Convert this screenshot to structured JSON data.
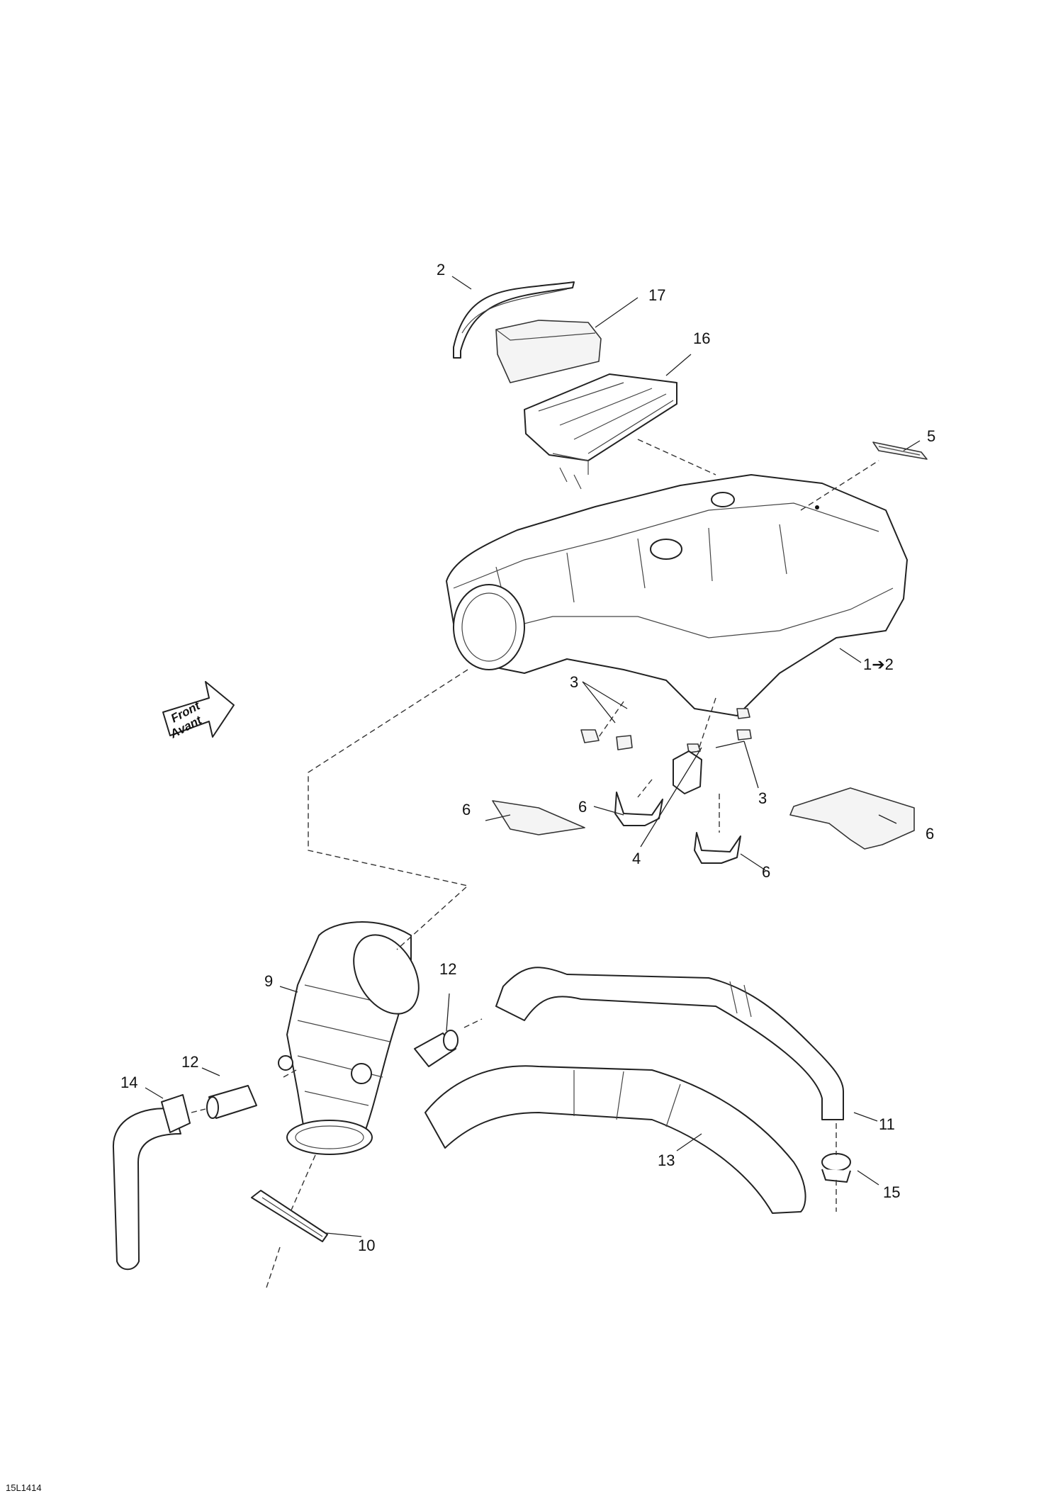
{
  "drawing_id": "15L1414",
  "direction_arrow": {
    "line1": "Front",
    "line2": "Avant"
  },
  "callouts": {
    "c2": "2",
    "c17": "17",
    "c16": "16",
    "c5": "5",
    "c1_2": "1➔2",
    "c3a": "3",
    "c3b": "3",
    "c6a": "6",
    "c6b": "6",
    "c6c": "6",
    "c6d": "6",
    "c4": "4",
    "c9": "9",
    "c12a": "12",
    "c12b": "12",
    "c14": "14",
    "c10": "10",
    "c11": "11",
    "c13": "13",
    "c15": "15"
  }
}
